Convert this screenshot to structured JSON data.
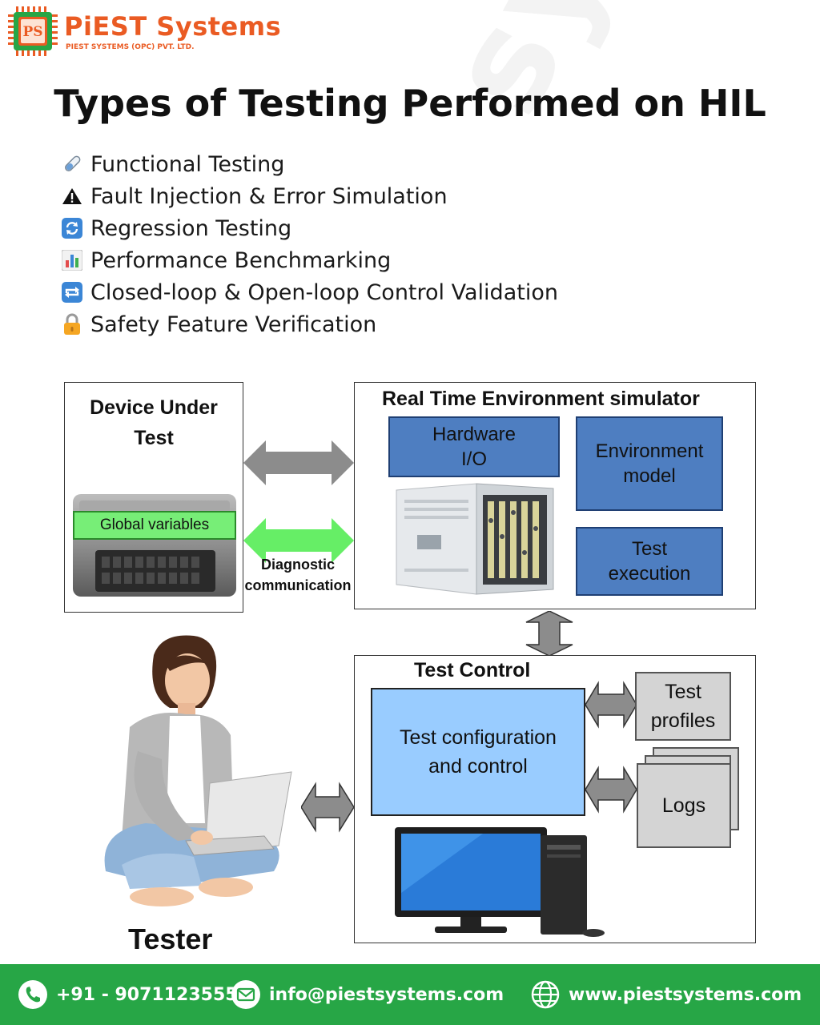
{
  "brand": {
    "name": "PiEST Systems",
    "subtitle": "PIEST SYSTEMS (OPC) PVT. LTD.",
    "logo_monogram": "PS",
    "watermark": "systems"
  },
  "title": "Types of Testing Performed on HIL",
  "testing_types": [
    {
      "icon": "test-tube-icon",
      "label": "Functional Testing"
    },
    {
      "icon": "warning-icon",
      "label": "Fault Injection & Error Simulation"
    },
    {
      "icon": "refresh-icon",
      "label": "Regression Testing"
    },
    {
      "icon": "bar-chart-icon",
      "label": "Performance Benchmarking"
    },
    {
      "icon": "loop-icon",
      "label": "Closed-loop & Open-loop Control Validation"
    },
    {
      "icon": "lock-icon",
      "label": "Safety Feature Verification"
    }
  ],
  "diagram": {
    "dut": {
      "title_line1": "Device Under",
      "title_line2": "Test",
      "global_variables": "Global variables"
    },
    "diagnostic": {
      "line1": "Diagnostic",
      "line2": "communication"
    },
    "simulator": {
      "title": "Real Time Environment simulator",
      "hardware_io_line1": "Hardware",
      "hardware_io_line2": "I/O",
      "env_model_line1": "Environment",
      "env_model_line2": "model",
      "test_exec_line1": "Test",
      "test_exec_line2": "execution"
    },
    "test_control": {
      "title": "Test Control",
      "config_line1": "Test configuration",
      "config_line2": "and control",
      "profiles_line1": "Test",
      "profiles_line2": "profiles",
      "logs": "Logs"
    },
    "tester": "Tester"
  },
  "footer": {
    "phone": "+91 - 9071123555",
    "email": "info@piestsystems.com",
    "website": "www.piestsystems.com"
  },
  "colors": {
    "brand_orange": "#ea5b23",
    "footer_green": "#27a646",
    "box_blue": "#4e7ec1",
    "light_blue": "#99ccff",
    "arrow_gray": "#8c8c8c",
    "arrow_green": "#66ee66"
  }
}
